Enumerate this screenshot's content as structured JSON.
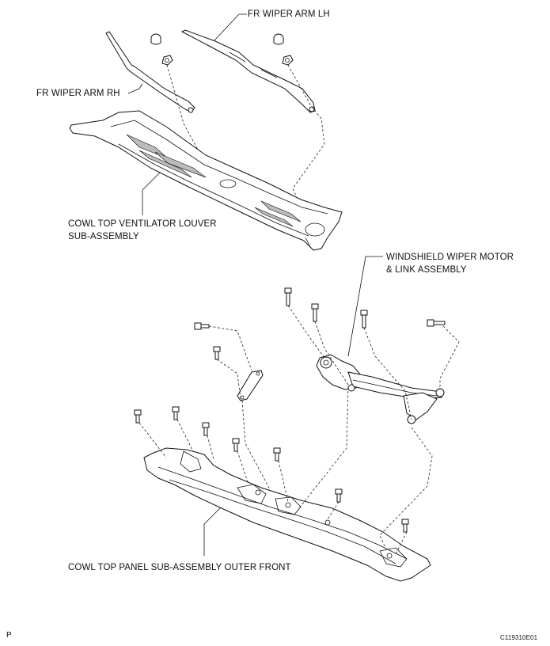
{
  "labels": {
    "fr_wiper_arm_lh": "FR WIPER ARM LH",
    "fr_wiper_arm_rh": "FR WIPER ARM RH",
    "cowl_louver_line1": "COWL TOP VENTILATOR LOUVER",
    "cowl_louver_line2": "SUB-ASSEMBLY",
    "wiper_motor_line1": "WINDSHIELD WIPER MOTOR",
    "wiper_motor_line2": "& LINK ASSEMBLY",
    "cowl_panel": "COWL TOP PANEL SUB-ASSEMBLY OUTER FRONT"
  },
  "footer": {
    "corner_mark": "P",
    "figure_code": "C119310E01"
  }
}
